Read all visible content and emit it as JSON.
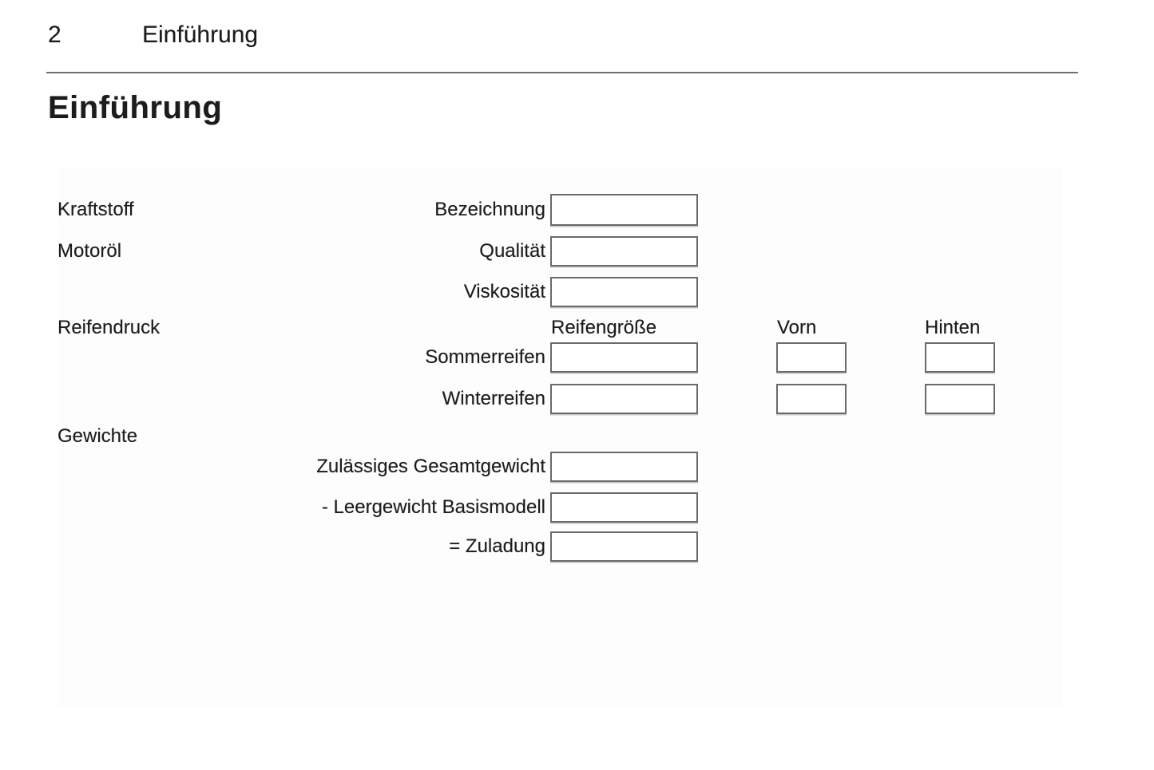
{
  "page": {
    "number": "2",
    "chapter": "Einführung",
    "title": "Einführung"
  },
  "form": {
    "fuel_label": "Kraftstoff",
    "designation_label": "Bezeichnung",
    "oil_label": "Motoröl",
    "quality_label": "Qualität",
    "viscosity_label": "Viskosität",
    "tire_pressure_label": "Reifendruck",
    "tire_size_header": "Reifengröße",
    "front_header": "Vorn",
    "rear_header": "Hinten",
    "summer_tires_label": "Sommerreifen",
    "winter_tires_label": "Winterreifen",
    "weights_label": "Gewichte",
    "gross_weight_label": "Zulässiges Gesamtgewicht",
    "curb_weight_label": "- Leergewicht Basismodell",
    "payload_label": "= Zuladung",
    "inputs": {
      "designation": "",
      "quality": "",
      "viscosity": "",
      "summer_size": "",
      "summer_front": "",
      "summer_rear": "",
      "winter_size": "",
      "winter_front": "",
      "winter_rear": "",
      "gross_weight": "",
      "curb_weight": "",
      "payload": ""
    }
  },
  "colors": {
    "text": "#1c1c1c",
    "box_border": "#6a6a6a",
    "rule": "#707070",
    "panel_bg": "#fdfdfd"
  }
}
